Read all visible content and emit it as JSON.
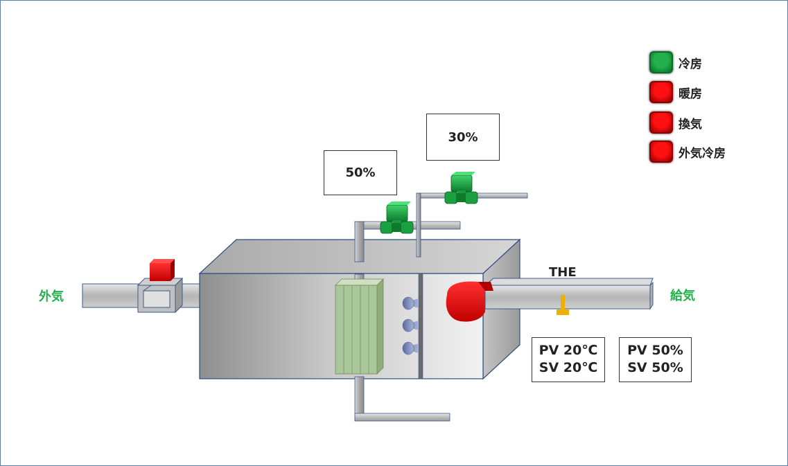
{
  "legend": [
    {
      "label": "冷房",
      "state": "on",
      "color": "#22b14c"
    },
    {
      "label": "暖房",
      "state": "off",
      "color": "#ff1010"
    },
    {
      "label": "換気",
      "state": "off",
      "color": "#ff1010"
    },
    {
      "label": "外気冷房",
      "state": "off",
      "color": "#ff1010"
    }
  ],
  "outside_air_label": "外気",
  "supply_air_label": "給気",
  "valve_left_opening": "50%",
  "valve_right_opening": "30%",
  "sensor_label": "THE",
  "temperature": {
    "pv": "PV 20℃",
    "sv": "SV 20℃"
  },
  "humidity": {
    "pv": "PV 50%",
    "sv": "SV 50%"
  },
  "colors": {
    "valve": "#22a040",
    "damper": "#e01010",
    "fan": "#e01010",
    "coil": "#a9c79a",
    "label_green": "#22b14c"
  }
}
